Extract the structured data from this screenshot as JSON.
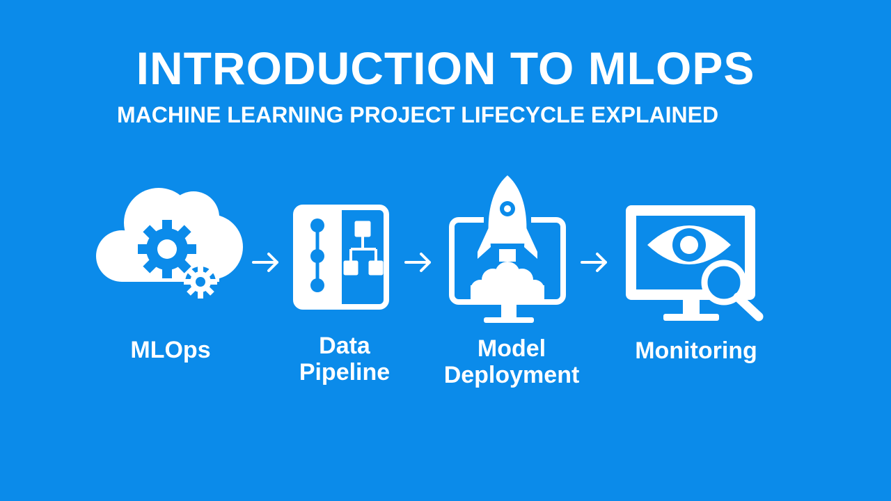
{
  "header": {
    "title": "INTRODUCTION TO MLOPS",
    "subtitle": "MACHINE LEARNING PROJECT LIFECYCLE EXPLAINED"
  },
  "steps": [
    {
      "icon": "cloud-gears-icon",
      "label_lines": [
        "MLOps"
      ]
    },
    {
      "icon": "data-pipeline-icon",
      "label_lines": [
        "Data",
        "Pipeline"
      ]
    },
    {
      "icon": "rocket-monitor-icon",
      "label_lines": [
        "Model",
        "Deployment"
      ]
    },
    {
      "icon": "monitor-eye-magnifier-icon",
      "label_lines": [
        "Monitoring"
      ]
    }
  ],
  "colors": {
    "background": "#0b8bea",
    "foreground": "#ffffff"
  }
}
